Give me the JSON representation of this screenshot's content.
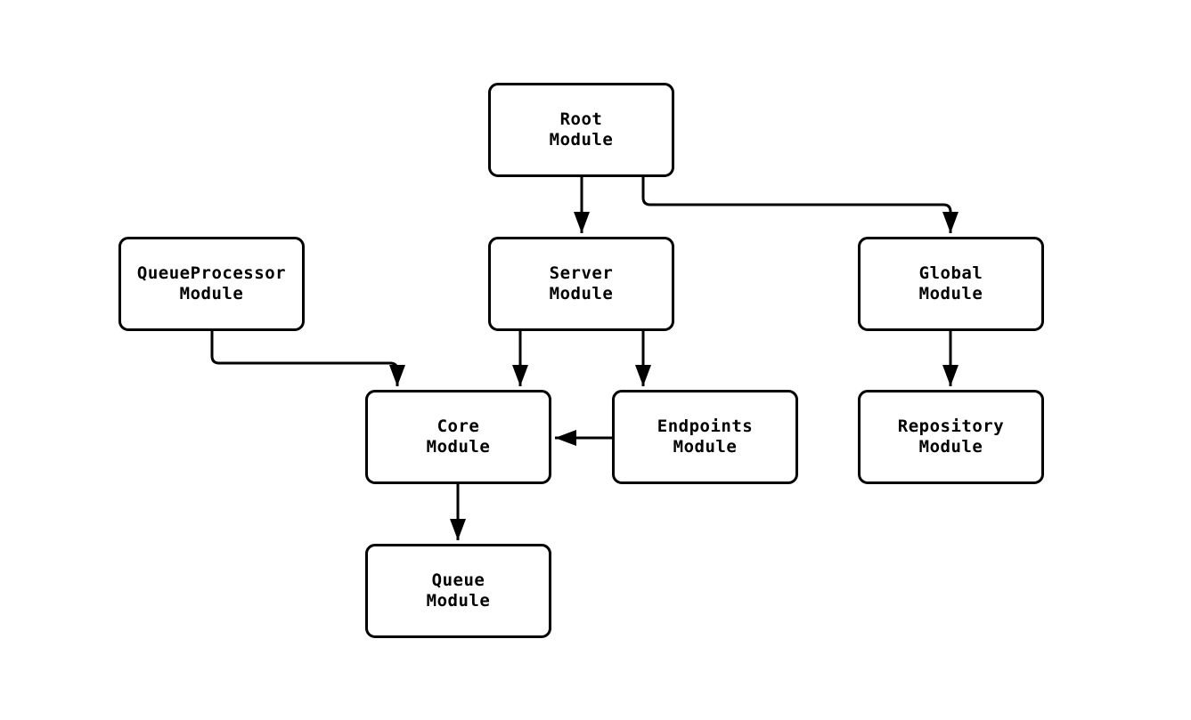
{
  "nodes": {
    "root": {
      "label": "Root\nModule"
    },
    "queueprocessor": {
      "label": "QueueProcessor\nModule"
    },
    "server": {
      "label": "Server\nModule"
    },
    "global": {
      "label": "Global\nModule"
    },
    "core": {
      "label": "Core\nModule"
    },
    "endpoints": {
      "label": "Endpoints\nModule"
    },
    "repository": {
      "label": "Repository\nModule"
    },
    "queue": {
      "label": "Queue\nModule"
    }
  },
  "edges": [
    {
      "from": "Root Module",
      "to": "Server Module"
    },
    {
      "from": "Root Module",
      "to": "Global Module"
    },
    {
      "from": "QueueProcessor Module",
      "to": "Core Module"
    },
    {
      "from": "Server Module",
      "to": "Core Module"
    },
    {
      "from": "Server Module",
      "to": "Endpoints Module"
    },
    {
      "from": "Endpoints Module",
      "to": "Core Module"
    },
    {
      "from": "Global Module",
      "to": "Repository Module"
    },
    {
      "from": "Core Module",
      "to": "Queue Module"
    }
  ],
  "colors": {
    "background": "#ffffff",
    "node_fill": "#ffffff",
    "node_border": "#000000",
    "edge": "#000000",
    "text": "#000000"
  }
}
